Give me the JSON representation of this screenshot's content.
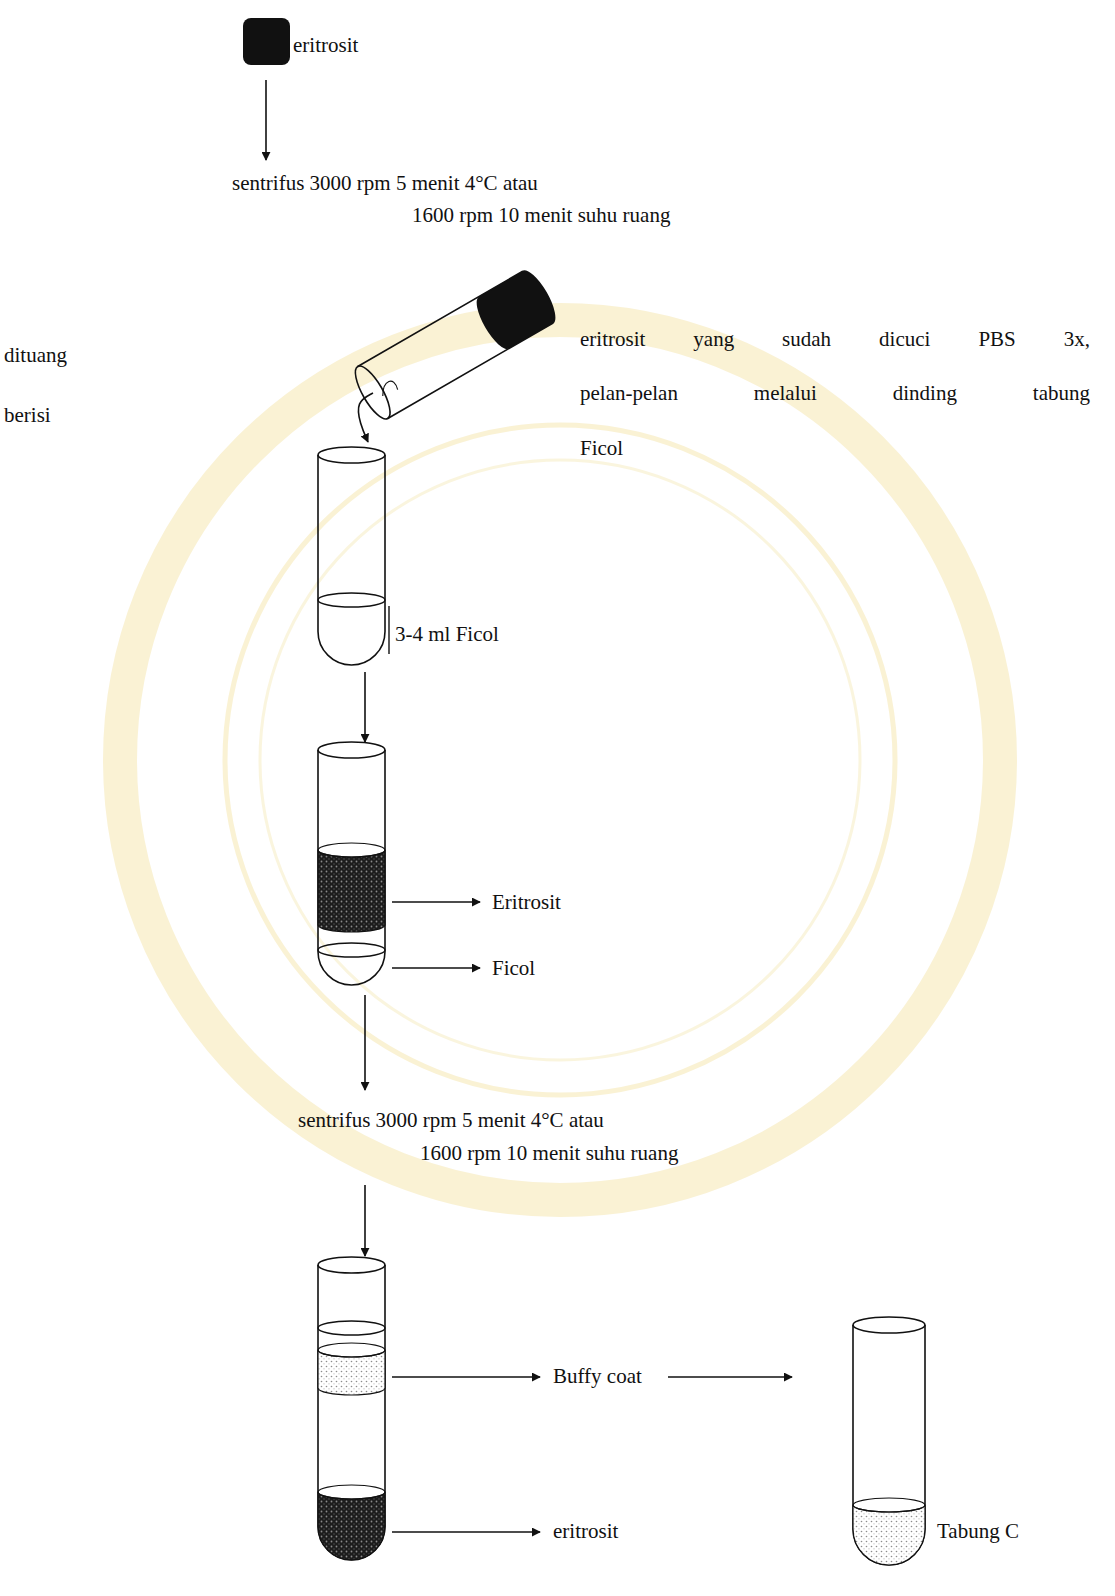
{
  "diagram": {
    "labels": [
      "eritrosit",
      "sentrifus 3000 rpm 5 menit 4°C atau",
      "1600 rpm 10 menit suhu ruang",
      "dituang",
      "berisi",
      "eritrosit yang sudah dicuci PBS 3x,",
      "pelan-pelan melalui dinding tabung",
      "Ficol",
      "3-4 ml Ficol",
      "Eritrosit",
      "Ficol",
      "sentrifus 3000 rpm 5 menit 4°C atau",
      "1600 rpm 10 menit suhu ruang",
      "Buffy coat",
      "eritrosit",
      "Tabung C"
    ]
  }
}
